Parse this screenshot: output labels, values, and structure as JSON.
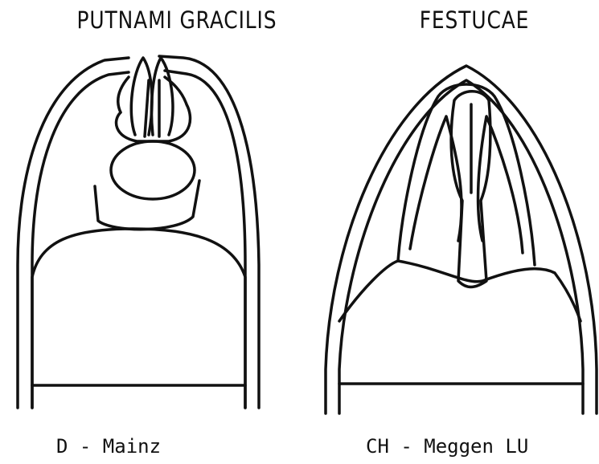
{
  "figure": {
    "left": {
      "title": "PUTNAMI GRACILIS",
      "location": "D - Mainz"
    },
    "right": {
      "title": "FESTUCAE",
      "location": "CH - Meggen LU"
    }
  }
}
